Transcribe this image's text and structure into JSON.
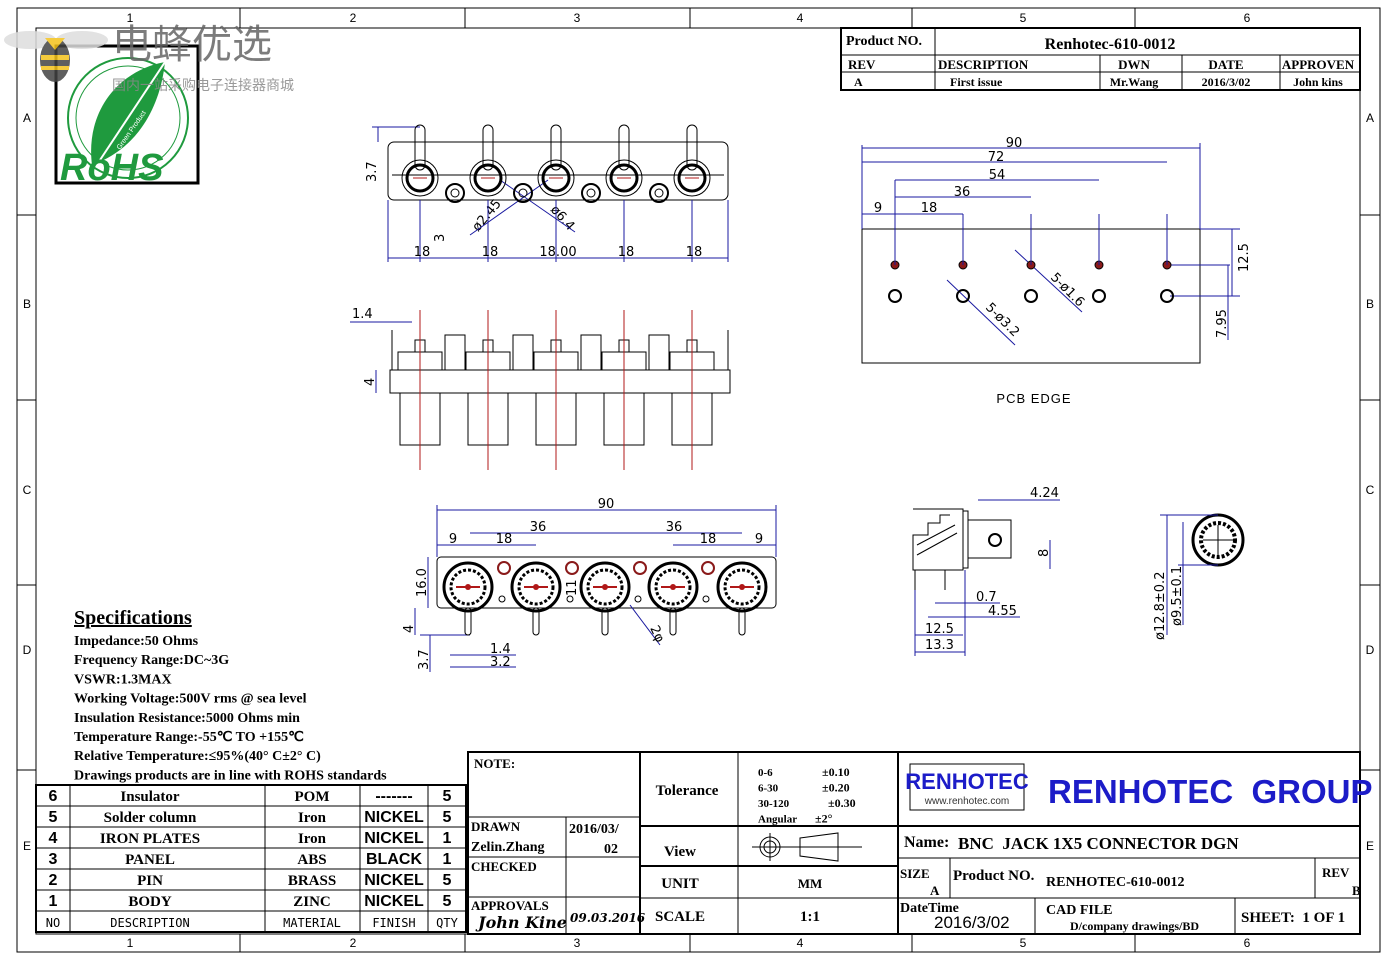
{
  "watermark": {
    "brand": "电蜂优选",
    "tagline": "国内一站采购电子连接器商城",
    "rohs_text": "RoHS",
    "rohs_sub": "Green Product"
  },
  "frame": {
    "columns": [
      "1",
      "2",
      "3",
      "4",
      "5",
      "6"
    ],
    "rows": [
      "A",
      "B",
      "C",
      "D",
      "E"
    ]
  },
  "revision_block": {
    "product_no_label": "Product NO.",
    "product_no": "Renhotec-610-0012",
    "headers": [
      "REV",
      "DESCRIPTION",
      "DWN",
      "DATE",
      "APPROVEN"
    ],
    "row": [
      "A",
      "First issue",
      "Mr.Wang",
      "2016/3/02",
      "John kins"
    ]
  },
  "views": {
    "rear": {
      "dims": [
        "18",
        "18",
        "18.00",
        "18",
        "18"
      ],
      "height": "3.7",
      "offset": "3",
      "dia_small": "ø2.45",
      "dia_large": "ø6.4"
    },
    "side": {
      "dim_top": "1.4",
      "dim_plate": "4"
    },
    "front": {
      "total": "90",
      "left_36": "36",
      "right_36": "36",
      "left_18": "18",
      "right_18": "18",
      "left_9": "9",
      "right_9": "9",
      "height": "16.0",
      "d4": "4",
      "d37": "3.7",
      "d14": "1.4",
      "d32": "3.2",
      "d11": "11",
      "d2": "2φ"
    },
    "pcb": {
      "d90": "90",
      "d72": "72",
      "d54": "54",
      "d36": "36",
      "d18": "18",
      "d9": "9",
      "d125": "12.5",
      "d795": "7.95",
      "hole_small": "5-ø1.6",
      "hole_large": "5-ø3.2",
      "label": "PCB EDGE"
    },
    "profile": {
      "d424": "4.24",
      "d8": "8",
      "d07": "0.7",
      "d455": "4.55",
      "d125": "12.5",
      "d133": "13.3"
    },
    "round": {
      "outer": "ø12.8±0.2",
      "inner": "ø9.5±0.1"
    }
  },
  "specifications": {
    "title": "Specifications",
    "lines": [
      "Impedance:50 Ohms",
      "Frequency Range:DC~3G",
      "VSWR:1.3MAX",
      "Working Voltage:500V rms @ sea level",
      "Insulation Resistance:5000 Ohms min",
      "Temperature Range:-55℃ TO +155℃",
      "Relative Temperature:≤95%(40° C±2° C)",
      "Drawings products are in line with ROHS standards"
    ]
  },
  "bom": {
    "headers": [
      "NO",
      "DESCRIPTION",
      "MATERIAL",
      "FINISH",
      "QTY"
    ],
    "rows": [
      [
        "6",
        "Insulator",
        "POM",
        "-------",
        "5"
      ],
      [
        "5",
        "Solder column",
        "Iron",
        "NICKEL",
        "5"
      ],
      [
        "4",
        "IRON PLATES",
        "Iron",
        "NICKEL",
        "1"
      ],
      [
        "3",
        "PANEL",
        "ABS",
        "BLACK",
        "1"
      ],
      [
        "2",
        "PIN",
        "BRASS",
        "NICKEL",
        "5"
      ],
      [
        "1",
        "BODY",
        "ZINC",
        "NICKEL",
        "5"
      ]
    ]
  },
  "title_block": {
    "note_label": "NOTE:",
    "drawn_label": "DRAWN",
    "drawn_by": "Zelin.Zhang",
    "drawn_date_1": "2016/03/",
    "drawn_date_2": "02",
    "checked_label": "CHECKED",
    "approvals_label": "APPROVALS",
    "approver_signature": "John Kine",
    "approval_date": "09.03.2016",
    "tolerance_label": "Tolerance",
    "tolerances": [
      [
        "0-6",
        "±0.10"
      ],
      [
        "6-30",
        "±0.20"
      ],
      [
        "30-120",
        "±0.30"
      ],
      [
        "Angular",
        "±2°"
      ]
    ],
    "view_label": "View",
    "unit_label": "UNIT",
    "unit": "MM",
    "scale_label": "SCALE",
    "scale": "1:1",
    "logo_text": "RENHOTEC",
    "logo_url": "www.renhotec.com",
    "company": "RENHOTEC  GROUP",
    "name_label": "Name:",
    "name": "BNC  JACK 1X5 CONNECTOR DGN",
    "size_label": "SIZE",
    "size": "A",
    "product_no_label": "Product NO.",
    "product_no": "RENHOTEC-610-0012",
    "rev_label": "REV",
    "rev": "B",
    "datetime_label": "DateTime",
    "datetime": "2016/3/02",
    "cad_label": "CAD FILE",
    "cad_path": "D/company drawings/BD",
    "sheet": "SHEET:  1 OF 1"
  },
  "colors": {
    "dimension": "#1a1aa0",
    "centerline": "#b01818",
    "brand_blue": "#1c1cc8",
    "brand_red": "#e01010",
    "rohs_green": "#1f9a3e"
  }
}
